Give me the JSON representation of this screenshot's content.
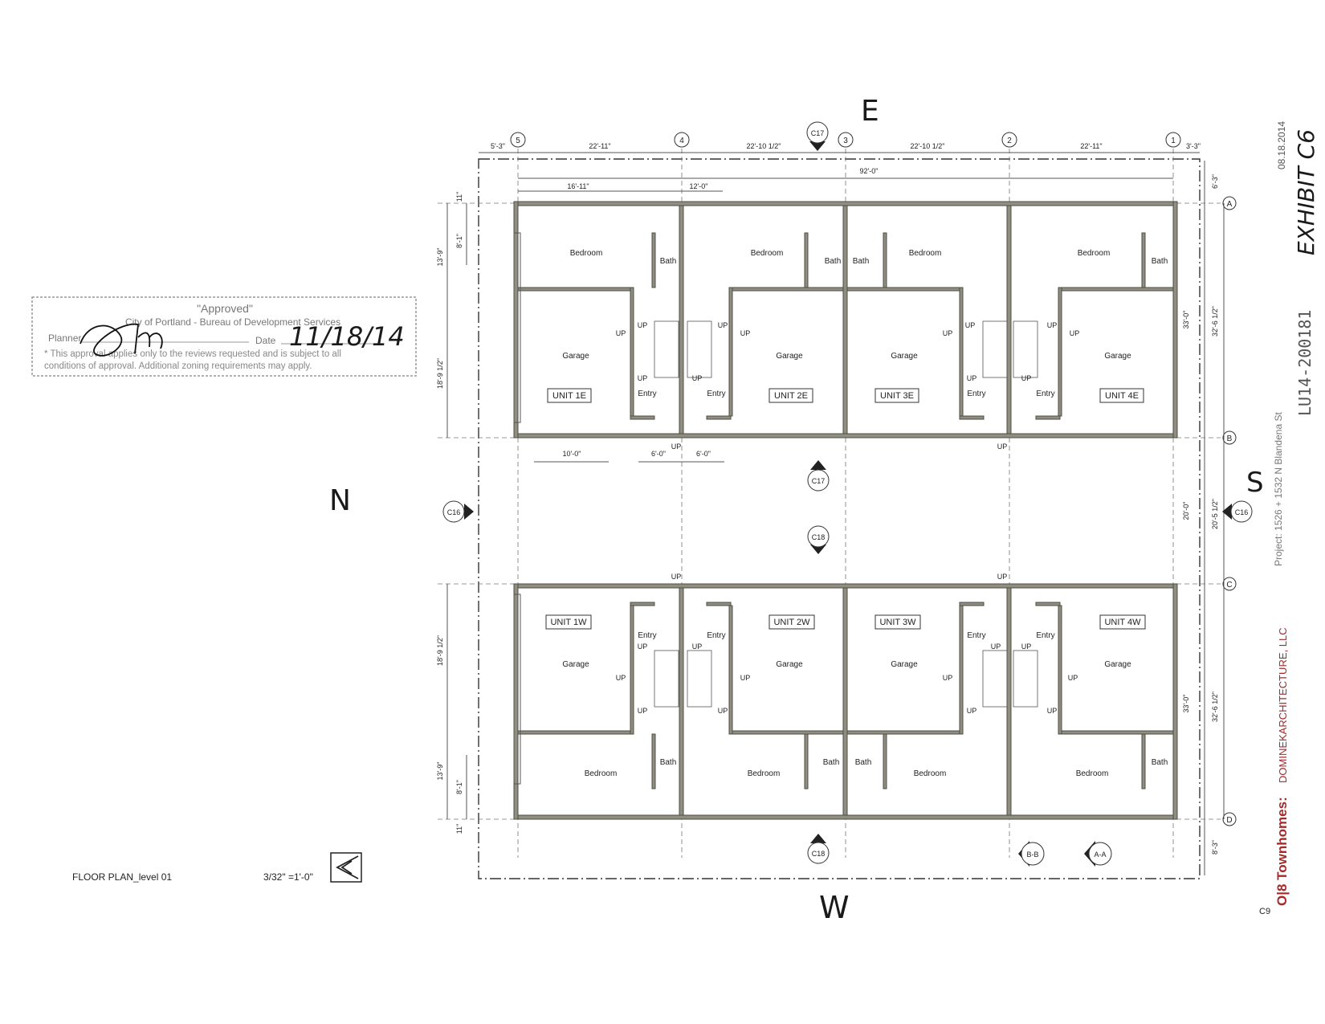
{
  "compass": {
    "east": "E",
    "west": "W",
    "north": "N",
    "south": "S"
  },
  "drawing": {
    "title": "FLOOR PLAN_level 01",
    "scale": "3/32\" =1'-0\"",
    "sheet": "C9",
    "project_name": "O|8 Townhomes:",
    "firm": "DOMINEKARCHITECTURE, LLC",
    "project_address": "Project: 1526 + 1532 N Blandena St",
    "date": "08.18.2014",
    "case_number": "LU14-200181",
    "exhibit": "EXHIBIT C6"
  },
  "stamp": {
    "heading": "\"Approved\"",
    "agency": "City of Portland - Bureau of Development Services",
    "planner_label": "Planner",
    "date_label": "Date",
    "handwritten_date": "11/18/14",
    "note_line1": "* This approval applies only to the reviews requested and is subject to all",
    "note_line2": "conditions of approval. Additional zoning requirements may apply."
  },
  "grid_columns": [
    "5",
    "4",
    "3",
    "2",
    "1"
  ],
  "grid_rows": [
    "A",
    "B",
    "C",
    "D"
  ],
  "dimensions": {
    "top": [
      "5'-3\"",
      "22'-11\"",
      "22'-10 1/2\"",
      "22'-10 1/2\"",
      "22'-11\"",
      "3'-3\""
    ],
    "overall": "92'-0\"",
    "sub": [
      "16'-11\"",
      "12'-0\""
    ],
    "lower": [
      "10'-0\"",
      "6'-0\"",
      "6'-0\""
    ],
    "left_upper": [
      "11\"",
      "8'-1\"",
      "13'-9\"",
      "18'-9 1/2\""
    ],
    "left_lower": [
      "18'-9 1/2\"",
      "13'-9\"",
      "8'-1\"",
      "11\""
    ],
    "right_upper": [
      "6'-3\"",
      "33'-0\"",
      "32'-6 1/2\""
    ],
    "right_mid": [
      "20'-0\"",
      "20'-5 1/2\""
    ],
    "right_lower": [
      "33'-0\"",
      "32'-6 1/2\"",
      "8'-3\""
    ]
  },
  "section_marks": [
    "C17",
    "C17",
    "C18",
    "C18",
    "C16",
    "C16",
    "B-B",
    "A-A"
  ],
  "rooms": {
    "bedroom": "Bedroom",
    "bath": "Bath",
    "garage": "Garage",
    "entry": "Entry",
    "up": "UP"
  },
  "units_east": [
    "UNIT 1E",
    "UNIT 2E",
    "UNIT 3E",
    "UNIT 4E"
  ],
  "units_west": [
    "UNIT 1W",
    "UNIT 2W",
    "UNIT 3W",
    "UNIT 4W"
  ]
}
